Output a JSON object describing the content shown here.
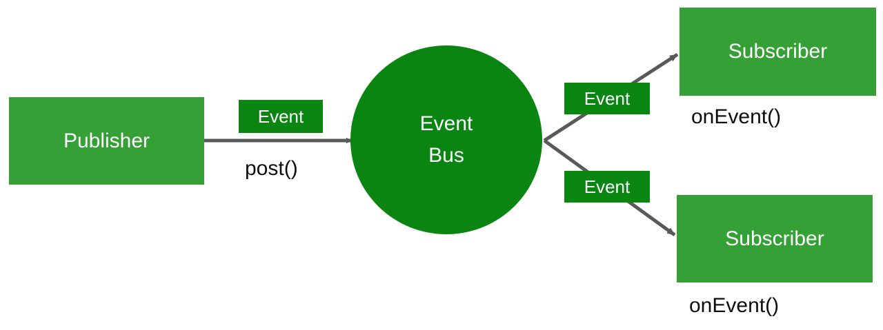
{
  "diagram": {
    "title": "Event Bus publish-subscribe diagram",
    "colors": {
      "node_green": "#34A035",
      "accent_green": "#0A8512",
      "edge_gray": "#595959",
      "node_text": "#ffffff",
      "label_text": "#0d0d0d",
      "background": "#ffffff"
    },
    "nodes": {
      "publisher": {
        "label": "Publisher",
        "shape": "rectangle"
      },
      "event_bus": {
        "label_line1": "Event",
        "label_line2": "Bus",
        "shape": "circle"
      },
      "subscriber_top": {
        "label": "Subscriber",
        "shape": "rectangle"
      },
      "subscriber_bottom": {
        "label": "Subscriber",
        "shape": "rectangle"
      }
    },
    "edge_chips": {
      "publish": "Event",
      "deliver_top": "Event",
      "deliver_bottom": "Event"
    },
    "edge_labels": {
      "publish_method": "post()",
      "callback_top": "onEvent()",
      "callback_bottom": "onEvent()"
    }
  }
}
